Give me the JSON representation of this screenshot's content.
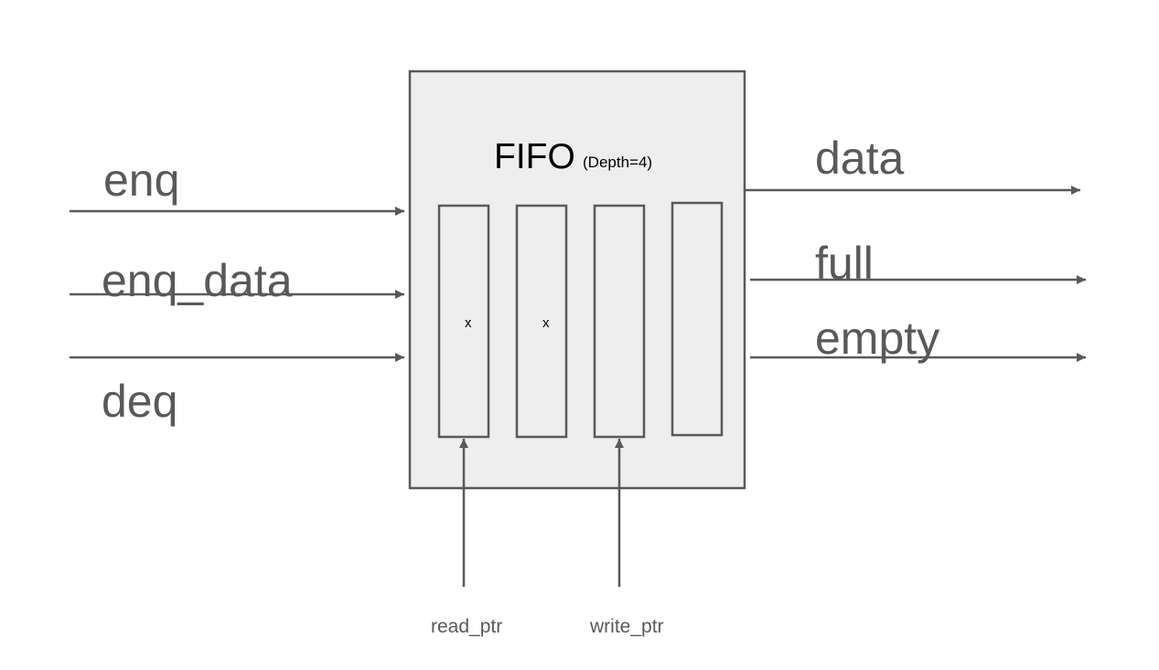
{
  "fifo": {
    "title": "FIFO",
    "subtitle": "(Depth=4)",
    "slots": [
      {
        "mark": "x"
      },
      {
        "mark": "x"
      },
      {
        "mark": ""
      },
      {
        "mark": ""
      }
    ]
  },
  "inputs": {
    "enq": "enq",
    "enq_data": "enq_data",
    "deq": "deq"
  },
  "outputs": {
    "data": "data",
    "full": "full",
    "empty": "empty"
  },
  "pointers": {
    "read": "read_ptr",
    "write": "write_ptr"
  },
  "colors": {
    "stroke": "#595959",
    "box_fill": "#eeeeee",
    "label": "#595959",
    "title": "#000000"
  }
}
